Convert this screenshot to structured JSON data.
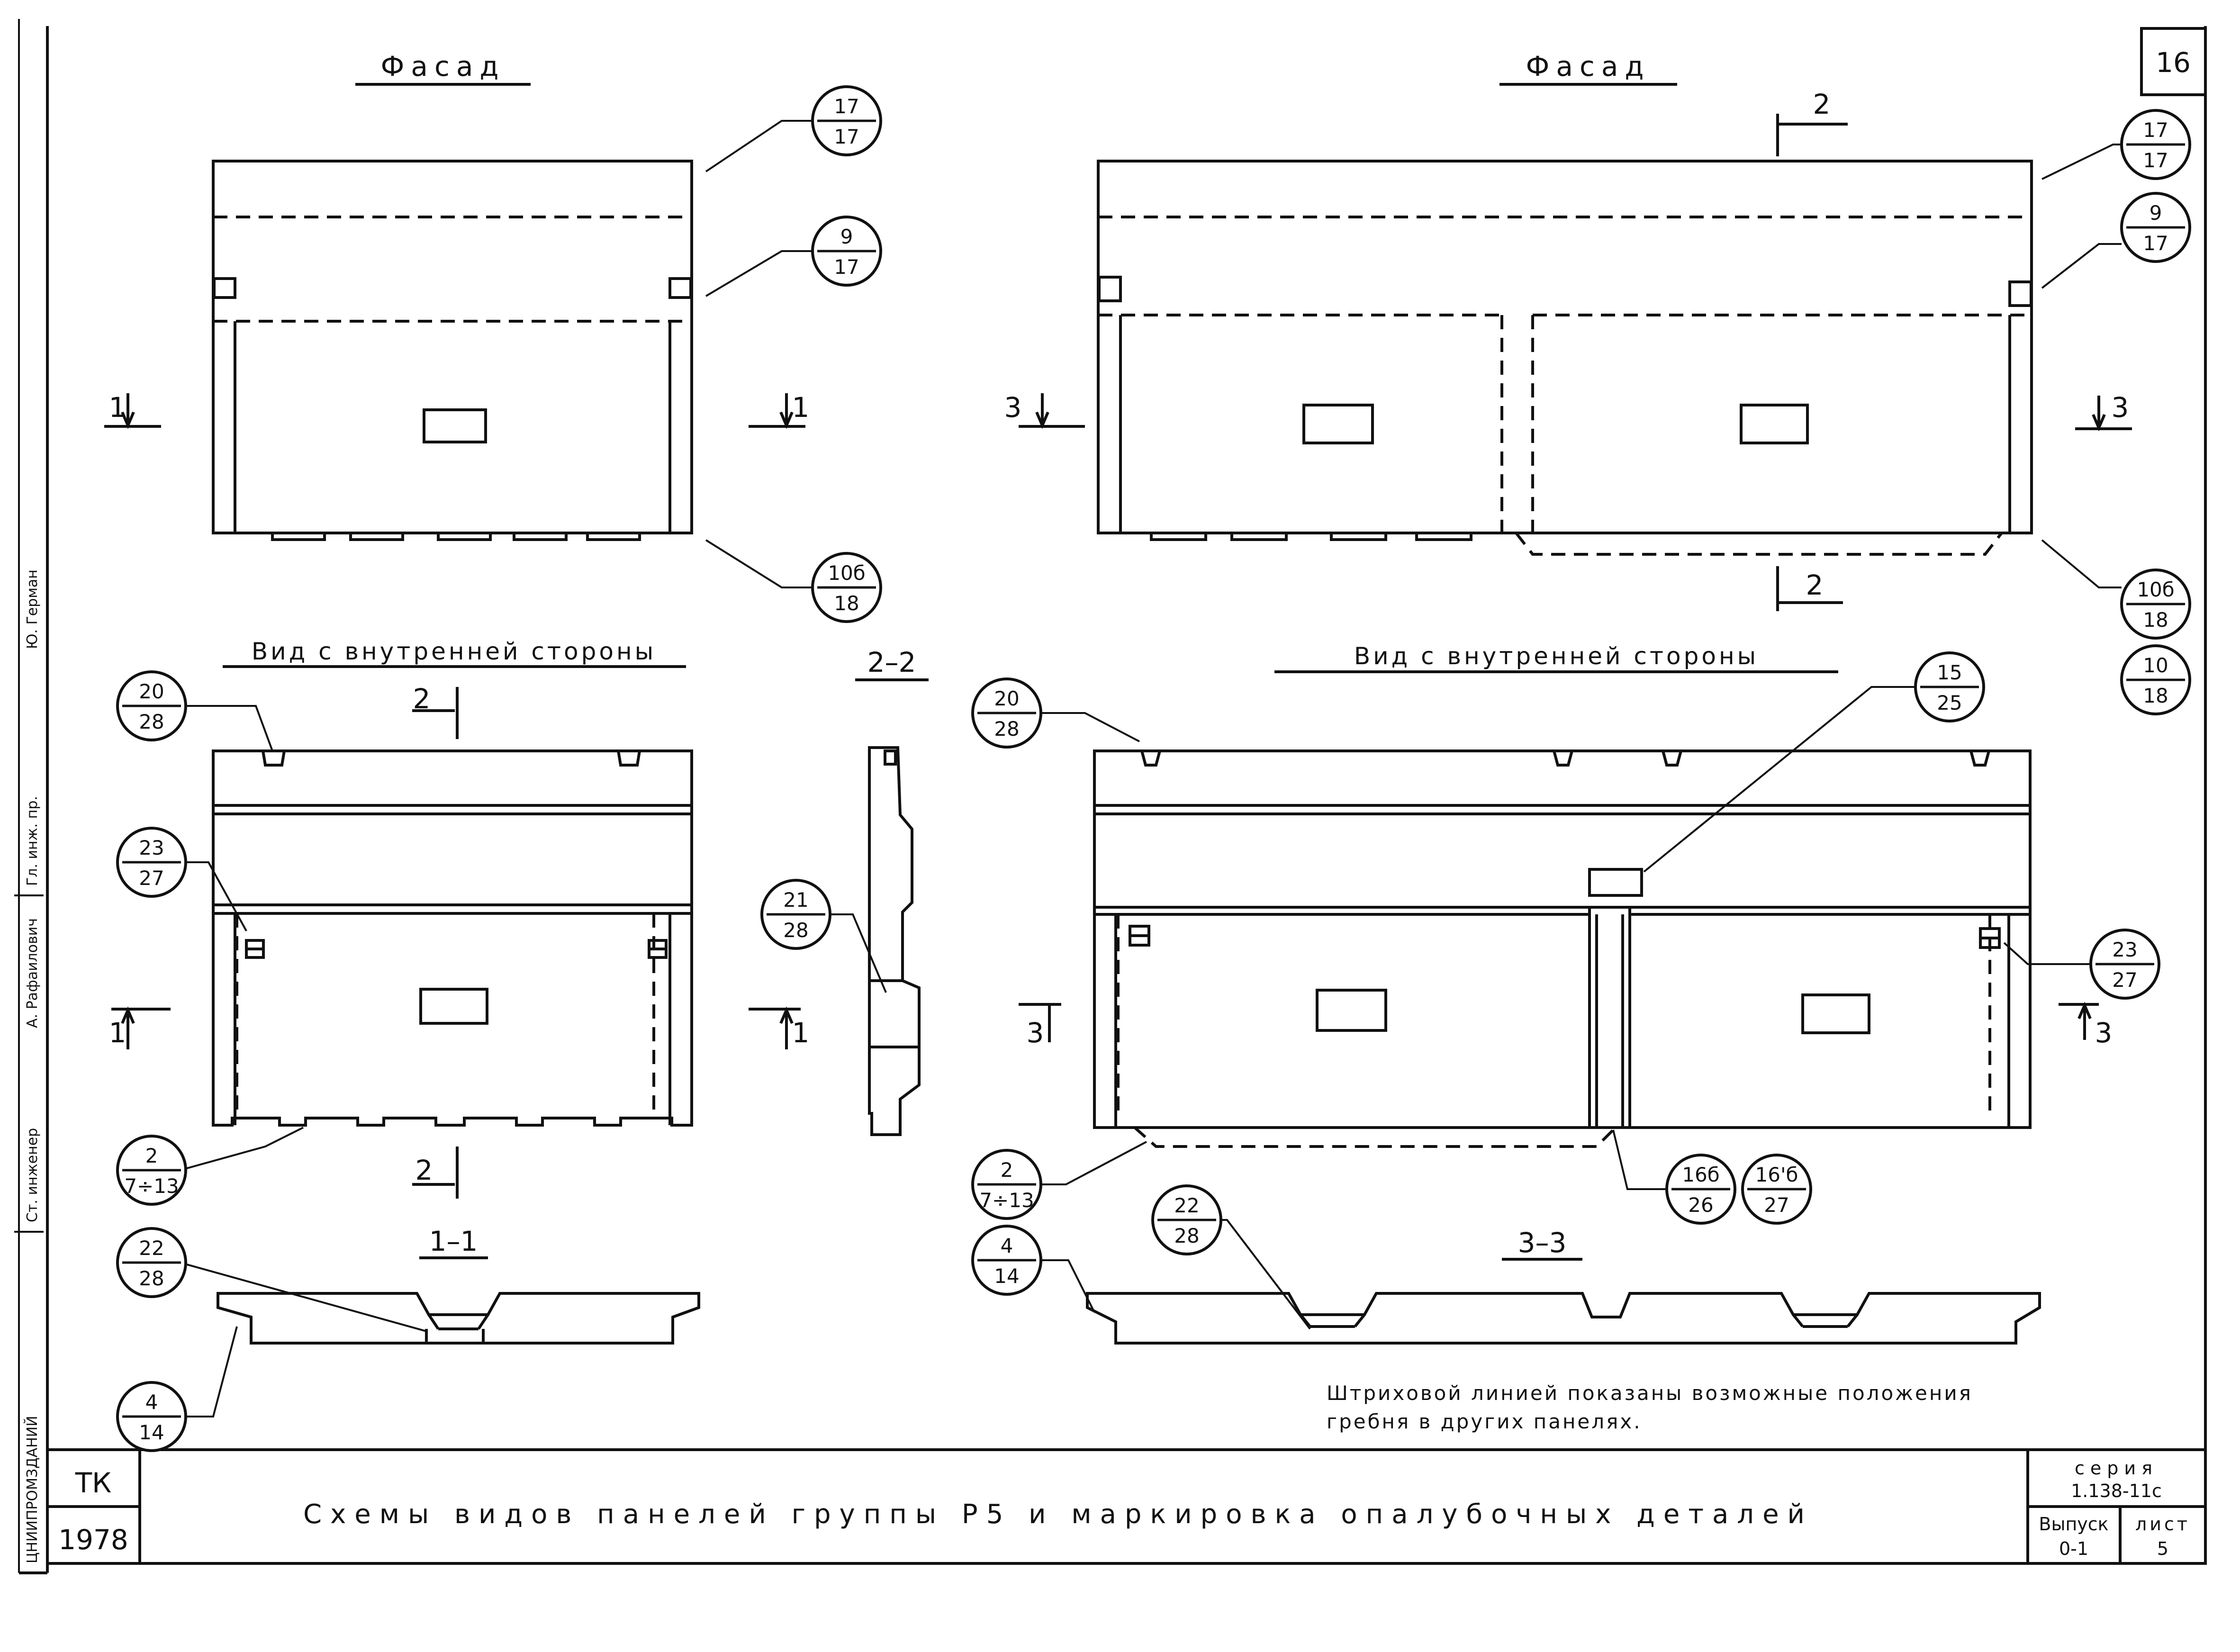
{
  "sheet": {
    "number": "16",
    "left_title": "Фасад",
    "right_title": "Фасад",
    "left_inner_view": "Вид с внутренней стороны",
    "right_inner_view": "Вид с внутренней стороны",
    "section_2_2": "2–2",
    "section_1_1": "1–1",
    "section_3_3": "3–3",
    "note_line1": "Штриховой линией показаны возможные положения",
    "note_line2": "гребня в других панелях."
  },
  "cut_marks": {
    "one": "1",
    "two": "2",
    "three": "3"
  },
  "bubbles": {
    "b17_17": [
      "17",
      "17"
    ],
    "b9_17": [
      "9",
      "17"
    ],
    "b10b_18": [
      "10б",
      "18"
    ],
    "b10_18": [
      "10",
      "18"
    ],
    "b20_28": [
      "20",
      "28"
    ],
    "b23_27": [
      "23",
      "27"
    ],
    "b21_28": [
      "21",
      "28"
    ],
    "b15_25": [
      "15",
      "25"
    ],
    "b2_7_13": [
      "2",
      "7÷13"
    ],
    "b22_28": [
      "22",
      "28"
    ],
    "b4_14": [
      "4",
      "14"
    ],
    "b16b_26": [
      "16б",
      "26"
    ],
    "b16pb_27": [
      "16'б",
      "27"
    ]
  },
  "title_block": {
    "code": "ТК",
    "year": "1978",
    "drawing_title": "Схемы видов панелей группы Р5 и маркировка опалубочных деталей",
    "series_label": "серия",
    "series_value": "1.138-11с",
    "issue_label": "Выпуск",
    "issue_value": "0-1",
    "sheet_label": "лист",
    "sheet_value": "5"
  },
  "side_stamp": {
    "org": "ЦНИИПРОМЗДАНИЙ",
    "role1": "Ст. инженер",
    "role2": "Гл. инж. пр.",
    "name1": "А. Рафаилович",
    "name2": "Ю. Герман"
  }
}
